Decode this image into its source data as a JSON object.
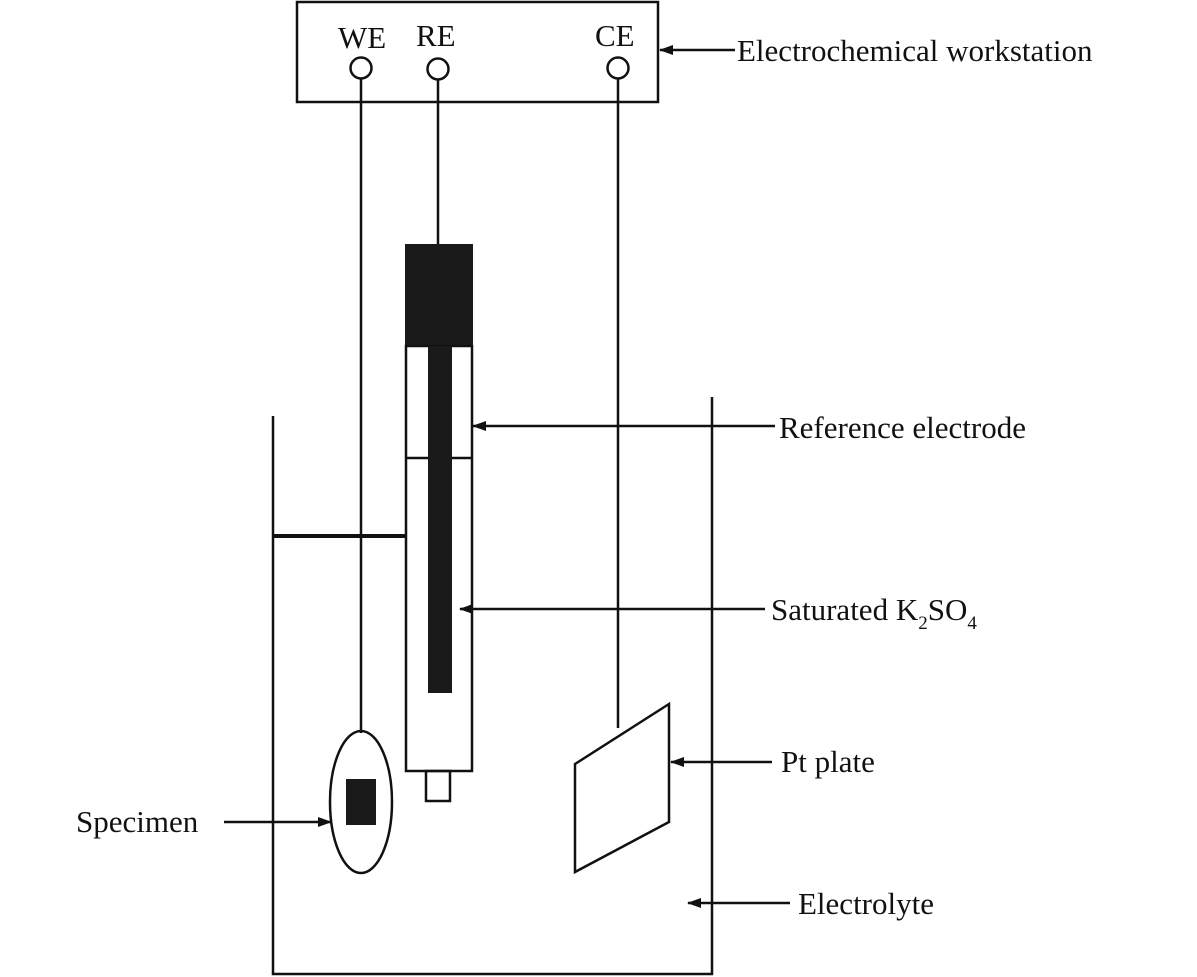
{
  "terminals": {
    "we": "WE",
    "re": "RE",
    "ce": "CE"
  },
  "labels": {
    "workstation": "Electrochemical workstation",
    "reference_electrode": "Reference electrode",
    "saturated_prefix": "Saturated K",
    "saturated_sub1": "2",
    "saturated_mid": "SO",
    "saturated_sub2": "4",
    "pt_plate": "Pt plate",
    "specimen": "Specimen",
    "electrolyte": "Electrolyte"
  },
  "colors": {
    "ink": "#111111",
    "fill": "#1a1a1a",
    "background": "#ffffff"
  }
}
